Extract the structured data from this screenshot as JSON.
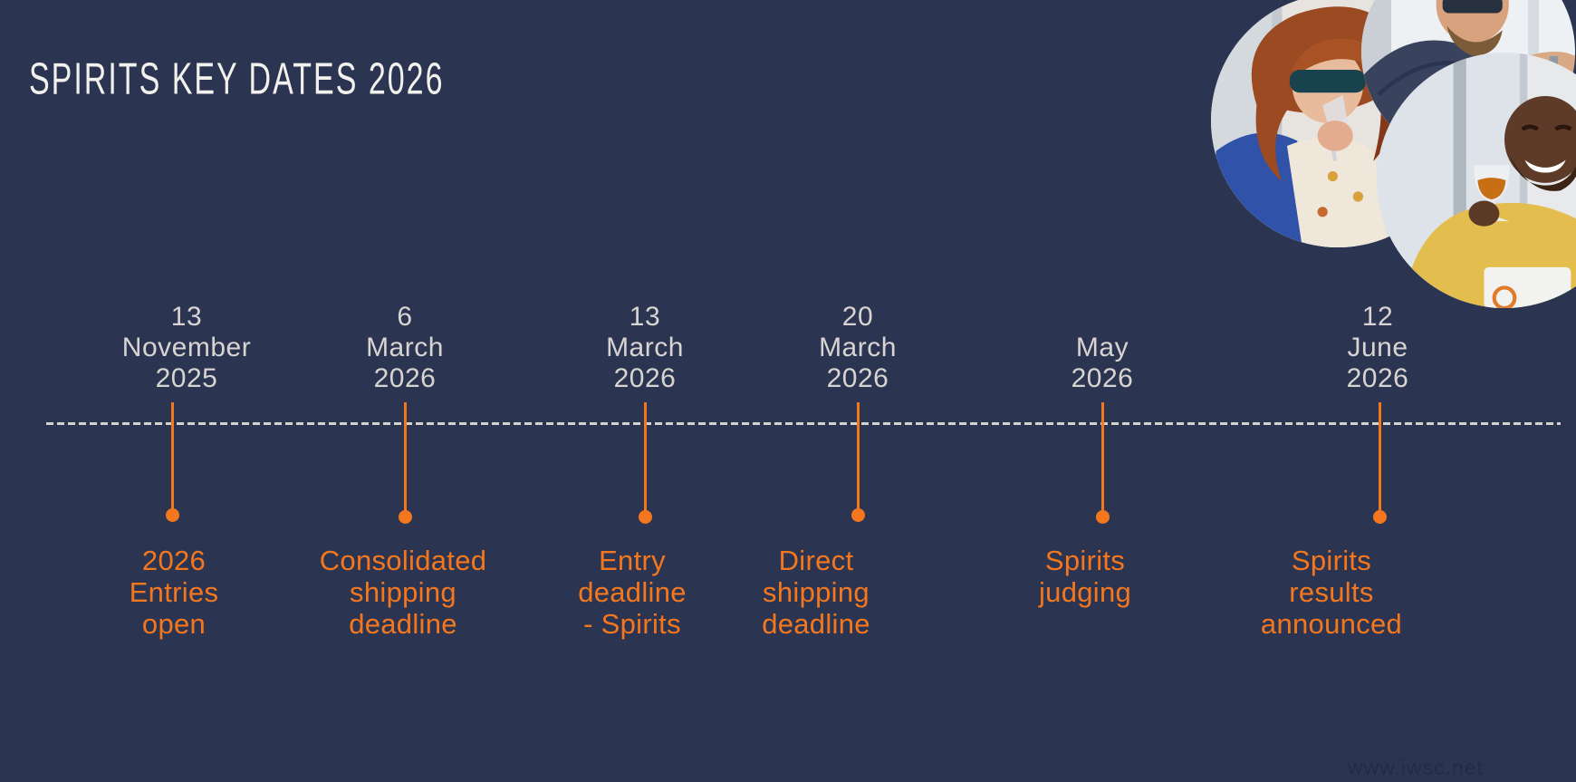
{
  "slide": {
    "title": "SPIRITS KEY DATES 2026",
    "background_color": "#2b3551",
    "accent_color": "#f5771d",
    "date_text_color": "#d8d4d1",
    "axis_color": "#d5d1cd"
  },
  "timeline": {
    "items": [
      {
        "date": "13\nNovember\n2025",
        "label": "2026\nEntries\nopen"
      },
      {
        "date": "6\nMarch\n2026",
        "label": "Consolidated\nshipping\ndeadline"
      },
      {
        "date": "13\nMarch\n2026",
        "label": "Entry\ndeadline\n- Spirits"
      },
      {
        "date": "20\nMarch\n2026",
        "label": "Direct\nshipping\ndeadline"
      },
      {
        "date": "May\n2026",
        "label": "Spirits\njudging"
      },
      {
        "date": "12\nJune\n2026",
        "label": "Spirits\nresults\nannounced"
      }
    ]
  },
  "photos": [
    {
      "name": "woman-nosing-spirit-glass"
    },
    {
      "name": "bearded-judge-with-glasses"
    },
    {
      "name": "smiling-taster-with-whisky-glass"
    }
  ],
  "watermark": "www.iwsc.net"
}
